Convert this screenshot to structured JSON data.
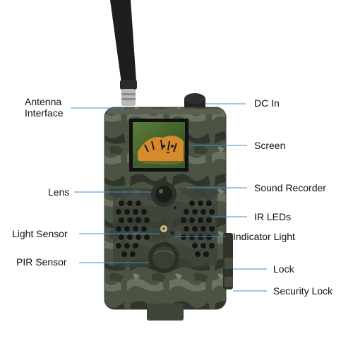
{
  "labels": {
    "antenna_interface_1": "Antenna",
    "antenna_interface_2": "Interface",
    "lens": "Lens",
    "light_sensor": "Light Sensor",
    "pir_sensor": "PIR Sensor",
    "dc_in": "DC In",
    "screen": "Screen",
    "sound_recorder": "Sound Recorder",
    "ir_leds": "IR LEDs",
    "indicator_light": "Indicator Light",
    "lock": "Lock",
    "security_lock": "Security Lock"
  },
  "colors": {
    "leader_line": "#3a8fd6",
    "camo_base": "#4a5140",
    "camo_dark": "#2e332a",
    "camo_light": "#6b7260"
  }
}
